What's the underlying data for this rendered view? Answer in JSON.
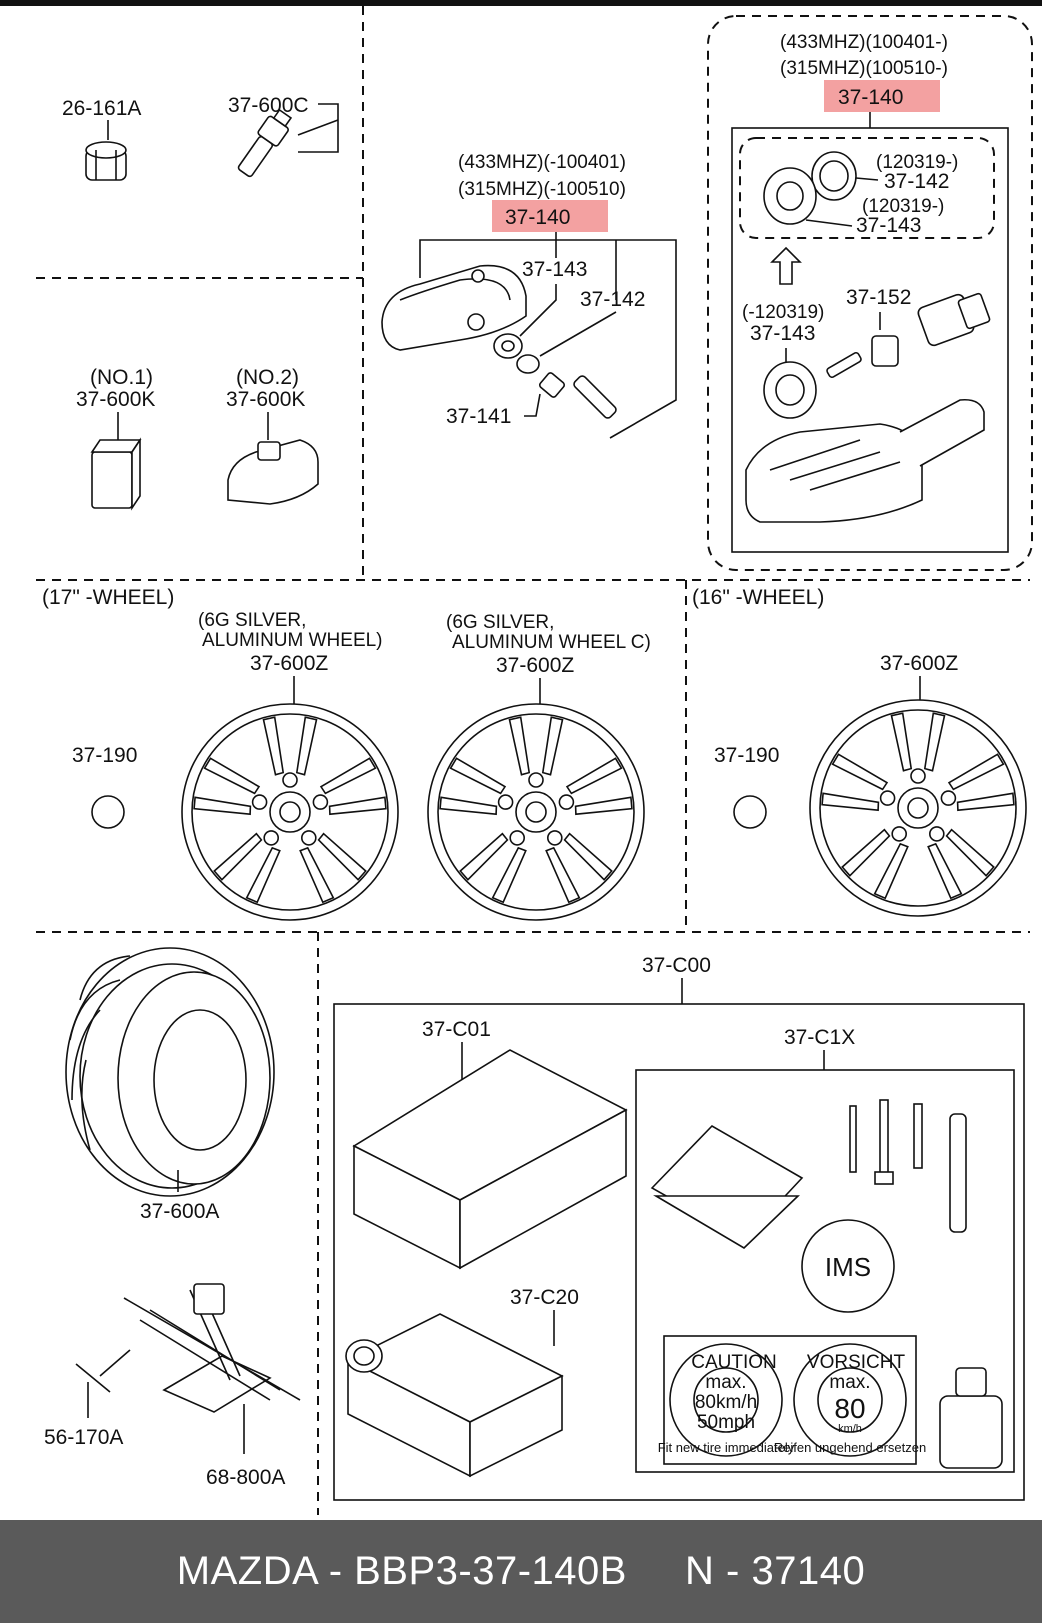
{
  "labels": {
    "p26_161A": "26-161A",
    "p37_600C": "37-600C",
    "no1": "(NO.1)",
    "no2": "(NO.2)",
    "p37_600K_1": "37-600K",
    "p37_600K_2": "37-600K",
    "mid_433": "(433MHZ)(-100401)",
    "mid_315": "(315MHZ)(-100510)",
    "mid_37_140": "37-140",
    "mid_37_143": "37-143",
    "mid_37_142": "37-142",
    "mid_37_141": "37-141",
    "right_433": "(433MHZ)(100401-)",
    "right_315": "(315MHZ)(100510-)",
    "right_37_140": "37-140",
    "r_120319a": "(120319-)",
    "r_37_142": "37-142",
    "r_120319b": "(120319-)",
    "r_37_143a": "37-143",
    "r_neg120319": "(-120319)",
    "r_37_143b": "37-143",
    "r_37_152": "37-152",
    "wheel17": "(17\" -WHEEL)",
    "wheel16": "(16\" -WHEEL)",
    "silver1_a": "(6G SILVER,",
    "silver1_b": "ALUMINUM WHEEL)",
    "silver2_a": "(6G SILVER,",
    "silver2_b": "ALUMINUM WHEEL C)",
    "p37_600Z_1": "37-600Z",
    "p37_600Z_2": "37-600Z",
    "p37_600Z_3": "37-600Z",
    "p37_190_1": "37-190",
    "p37_190_2": "37-190",
    "p37_600A": "37-600A",
    "p56_170A": "56-170A",
    "p68_800A": "68-800A",
    "p37_C00": "37-C00",
    "p37_C01": "37-C01",
    "p37_C1X": "37-C1X",
    "p37_C20": "37-C20",
    "ims": "IMS",
    "caution": "CAUTION",
    "caution_max": "max.",
    "caution_kmh": "80km/h",
    "caution_mph": "50mph",
    "caution_arc": "Fit new tire immediately",
    "vorsicht": "VORSICHT",
    "vorsicht_max": "max.",
    "vorsicht_80": "80",
    "vorsicht_unit": "km/h",
    "vorsicht_arc": "Reifen ungehend ersetzen"
  },
  "footer": {
    "brand_part": "MAZDA - BBP3-37-140B",
    "alt_part": "N - 37140"
  },
  "colors": {
    "highlight": "#f08a8a",
    "footer_bg": "#5a5a5a"
  }
}
